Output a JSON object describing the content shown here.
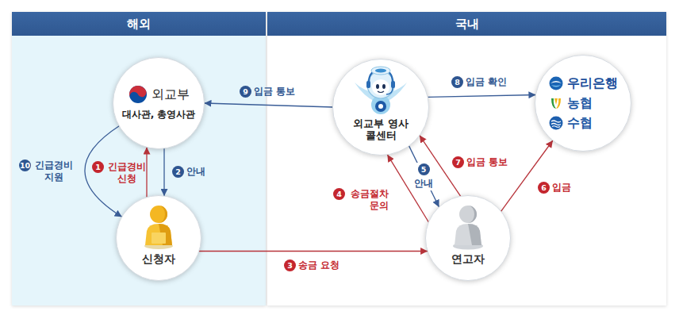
{
  "diagram": {
    "nodes": [
      {
        "text": [
          "해외"
        ]
      },
      {
        "text": [
          "외교부",
          "대사관, 총영사관"
        ],
        "in": 0
      },
      {
        "text": [
          "신청자"
        ],
        "in": 0
      },
      {
        "text": [
          "국내"
        ]
      },
      {
        "text": [
          "외교부 영사콜센터"
        ],
        "in": 3
      },
      {
        "text": [
          "연고자"
        ],
        "in": 3
      },
      {
        "text": [
          "우리은행",
          "농협",
          "수협"
        ],
        "in": 3
      }
    ],
    "edges": [
      {
        "from": 2,
        "to": 1,
        "label": "긴급경비 신청",
        "arrow": "to"
      },
      {
        "from": 1,
        "to": 2,
        "label": "안내",
        "arrow": "to"
      },
      {
        "from": 2,
        "to": 5,
        "label": "송금 요청",
        "arrow": "to"
      },
      {
        "from": 5,
        "to": 4,
        "label": "송금절차 문의",
        "arrow": "to"
      },
      {
        "from": 4,
        "to": 5,
        "label": "안내",
        "arrow": "to"
      },
      {
        "from": 5,
        "to": 6,
        "label": "입금",
        "arrow": "to"
      },
      {
        "from": 5,
        "to": 4,
        "label": "입금 통보",
        "arrow": "to"
      },
      {
        "from": 4,
        "to": 6,
        "label": "입금 확인",
        "arrow": "to"
      },
      {
        "from": 4,
        "to": 1,
        "label": "입금 통보",
        "arrow": "to"
      },
      {
        "from": 1,
        "to": 2,
        "label": "긴급경비 지원",
        "arrow": "to"
      }
    ],
    "labels": [
      "1",
      "2",
      "3",
      "4",
      "5",
      "6",
      "7",
      "8",
      "9",
      "10"
    ]
  }
}
